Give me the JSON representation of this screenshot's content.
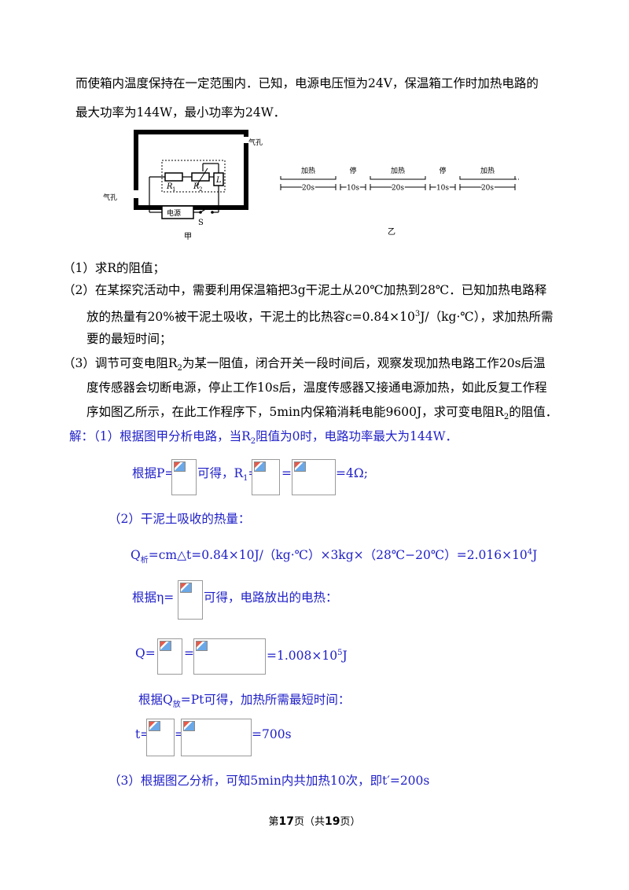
{
  "intro": {
    "line1": "而使箱内温度保持在一定范围内．已知，电源电压恒为24V，保温箱工作时加热电路的",
    "line2": "最大功率为144W，最小功率为24W．"
  },
  "figure_jia": {
    "label_vent_right": "气孔",
    "label_vent_left": "气孔",
    "label_r1": "R",
    "label_r1_sub": "1",
    "label_r2": "R",
    "label_r2_sub": "2",
    "label_l": "L",
    "label_power": "电源",
    "label_switch": "S",
    "caption": "甲"
  },
  "figure_yi": {
    "segments": [
      {
        "label": "加热",
        "duration": "20s"
      },
      {
        "label": "停",
        "duration": "10s"
      },
      {
        "label": "加热",
        "duration": "20s"
      },
      {
        "label": "停",
        "duration": "10s"
      },
      {
        "label": "加热",
        "duration": "20s"
      }
    ],
    "caption": "乙"
  },
  "questions": {
    "q1": "（1）求R的阻值；",
    "q2_l1": "（2）在某探究活动中，需要利用保温箱把3g干泥土从20℃加热到28℃．已知加热电路释",
    "q2_l2a": "放的热量有20%被干泥土吸收，干泥土的比热容c=0.84×10",
    "q2_l2_sup": "3",
    "q2_l2b": "J/（kg·℃），求加热所需",
    "q2_l3": "要的最短时间；",
    "q3_l1a": "（3）调节可变电阻R",
    "q3_l1_sub": "2",
    "q3_l1b": "为某一阻值，闭合开关一段时间后，观察发现加热电路工作20s后温",
    "q3_l2": "度传感器会切断电源，停止工作10s后，温度传感器又接通电源加热，如此反复工作程",
    "q3_l3a": "序如图乙所示，在此工作程序下，5min内保箱消耗电能9600J，求可变电阻R",
    "q3_l3_sub": "2",
    "q3_l3b": "的阻值．"
  },
  "answer": {
    "s1a": "解：（1）根据图甲分析电路，当R",
    "s1_sub": "2",
    "s1b": "阻值为0时，电路功率最大为144W．",
    "s2_pre": "根据P=",
    "s2_mid": "可得，R",
    "s2_sub": "1",
    "s2_eq": "=",
    "s2_eq2": "=",
    "s2_end": "=4Ω;",
    "s3": "（2）干泥土吸收的热量：",
    "s4a": "Q",
    "s4_sub": "析",
    "s4b": "=cm△t=0.84×10J/（kg·℃）×3kg×（28℃−20℃）=2.016×10",
    "s4_sup": "4",
    "s4c": "J",
    "s5_pre": "根据η=",
    "s5_post": "可得，电路放出的电热：",
    "s6_pre": "Q=",
    "s6_eq": "=",
    "s6_end": "=1.008×10",
    "s6_sup": "5",
    "s6_unit": "J",
    "s7a": "根据Q",
    "s7_sub": "放",
    "s7b": "=Pt可得，加热所需最短时间：",
    "s8_pre": "t=",
    "s8_eq": "=",
    "s8_end": "=700s",
    "s9": "（3）根据图乙分析，可知5min内共加热10次，即t′=200s"
  },
  "footer": {
    "prefix": "第",
    "page": "17",
    "middle": "页（共",
    "total": "19",
    "suffix": "页）"
  }
}
